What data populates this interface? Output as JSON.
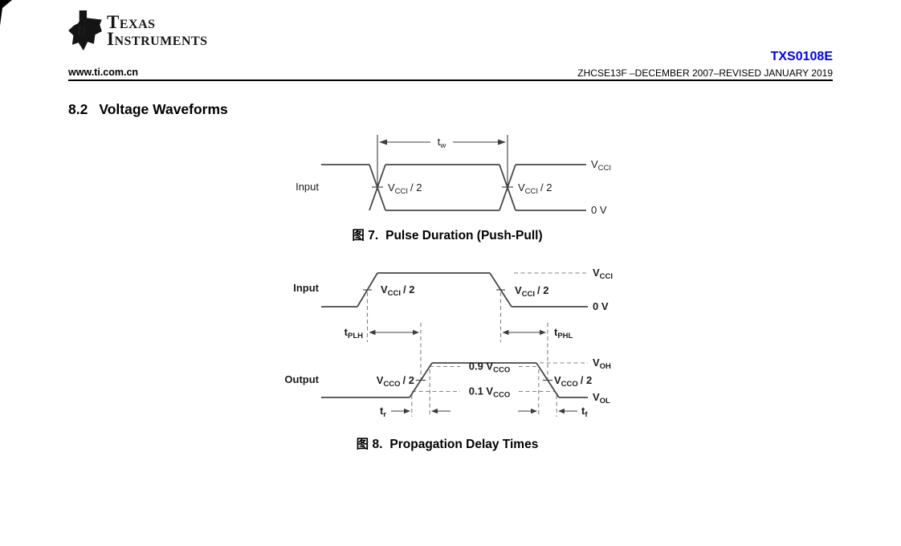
{
  "colors": {
    "part_number_blue": "#0000ee",
    "waveform_stroke": "#47474a",
    "dashed_guide": "#84848a",
    "text": "#000000"
  },
  "header": {
    "logo_bug": "ti",
    "logo_line1": "Texas",
    "logo_line2": "Instruments",
    "part_number": "TXS0108E",
    "website": "www.ti.com.cn",
    "doc_code": "ZHCSE13F –DECEMBER 2007–REVISED JANUARY 2019"
  },
  "section": {
    "number": "8.2",
    "title": "Voltage Waveforms"
  },
  "labels": {
    "input": "Input",
    "output": "Output",
    "zero_v": "0 V",
    "vcci": {
      "b": "V",
      "s": "CCI"
    },
    "vcci_half": {
      "b": "V",
      "s": "CCI",
      "r": "/ 2"
    },
    "vcco_half": {
      "b": "V",
      "s": "CCO",
      "r": "/ 2"
    },
    "voh": {
      "b": "V",
      "s": "OH"
    },
    "vol": {
      "b": "V",
      "s": "OL"
    },
    "p09_vcco": {
      "b": "0.9 V",
      "s": "CCO"
    },
    "p01_vcco": {
      "b": "0.1 V",
      "s": "CCO"
    },
    "tw": {
      "b": "t",
      "s": "w"
    },
    "tplh": {
      "b": "t",
      "s": "PLH"
    },
    "tphl": {
      "b": "t",
      "s": "PHL"
    },
    "tr": {
      "b": "t",
      "s": "r"
    },
    "tf": {
      "b": "t",
      "s": "f"
    }
  },
  "fig7": {
    "caption_prefix": "图 7.",
    "caption_text": "Pulse Duration (Push-Pull)"
  },
  "fig8": {
    "caption_prefix": "图 8.",
    "caption_text": "Propagation Delay Times"
  }
}
